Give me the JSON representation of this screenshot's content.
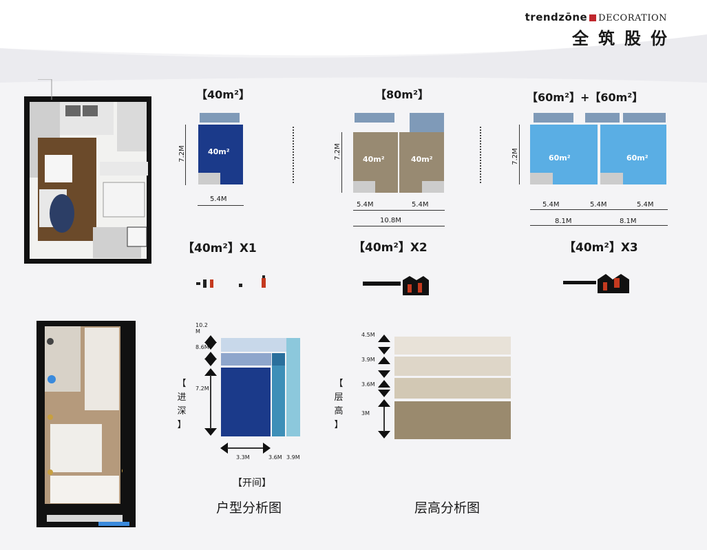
{
  "brand": {
    "latin": "trendzōne",
    "deco": "DECORATION",
    "cn": "全筑股份"
  },
  "units": {
    "u40": {
      "title": "【40m²】",
      "room": "40m²",
      "height": "7.2M",
      "width": "5.4M"
    },
    "u80": {
      "title": "【80m²】",
      "room_a": "40m²",
      "room_b": "40m²",
      "height": "7.2M",
      "width_a": "5.4M",
      "width_b": "5.4M",
      "total": "10.8M"
    },
    "u120": {
      "title": "【60m²】+【60m²】",
      "room_a": "60m²",
      "room_b": "60m²",
      "height": "7.2M",
      "w1": "5.4M",
      "w2": "5.4M",
      "w3": "5.4M",
      "t1": "8.1M",
      "t2": "8.1M"
    }
  },
  "multipliers": {
    "x1": "【40m²】X1",
    "x2": "【40m²】X2",
    "x3": "【40m²】X3"
  },
  "layout_chart": {
    "depth_label": [
      "【",
      "进",
      "深",
      "】"
    ],
    "width_label": "【开间】",
    "depth_ticks": [
      "10.2 M",
      "8.6M",
      "7.2M"
    ],
    "width_ticks": [
      "3.3M",
      "3.6M",
      "3.9M"
    ],
    "caption": "户型分析图",
    "colors": {
      "dark": "#1b3a8a",
      "mid": "#3e8fb8",
      "light": "#8cc8dc",
      "pale": "#c8d8ea",
      "midpale": "#8ea6cc"
    }
  },
  "height_chart": {
    "label": [
      "【",
      "层",
      "高",
      "】"
    ],
    "ticks": [
      "4.5M",
      "3.9M",
      "3.6M",
      "3M"
    ],
    "caption": "层高分析图",
    "colors": {
      "band1": "#e8e2d8",
      "band2": "#ded6c8",
      "band3": "#d2c8b4",
      "band4": "#9a8a6e"
    }
  },
  "colors": {
    "navy": "#1b3a8a",
    "tan": "#988a72",
    "sky": "#5aaee4",
    "steel": "#7f9ab8",
    "grey": "#cccccc"
  }
}
